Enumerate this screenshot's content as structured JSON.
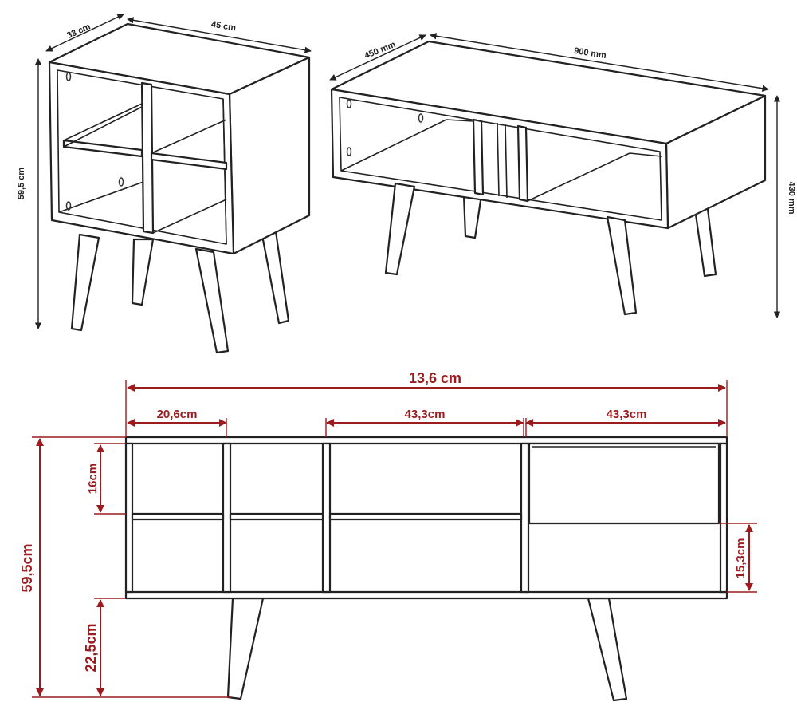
{
  "nightstand": {
    "depth_label": "33 cm",
    "width_label": "45 cm",
    "height_label": "59,5 cm"
  },
  "coffee_table": {
    "depth_label": "450 mm",
    "width_label": "900 mm",
    "height_label": "430 mm"
  },
  "tv_stand": {
    "total_width_label": "13,6 cm",
    "section_1_label": "20,6cm",
    "section_2_label": "43,3cm",
    "section_3_label": "43,3cm",
    "shelf_height_label": "16cm",
    "total_height_label": "59,5cm",
    "drawer_height_label": "15,3cm",
    "leg_height_label": "22,5cm"
  },
  "colors": {
    "dimension_red": "#9b1b1e",
    "outline": "#222222"
  }
}
